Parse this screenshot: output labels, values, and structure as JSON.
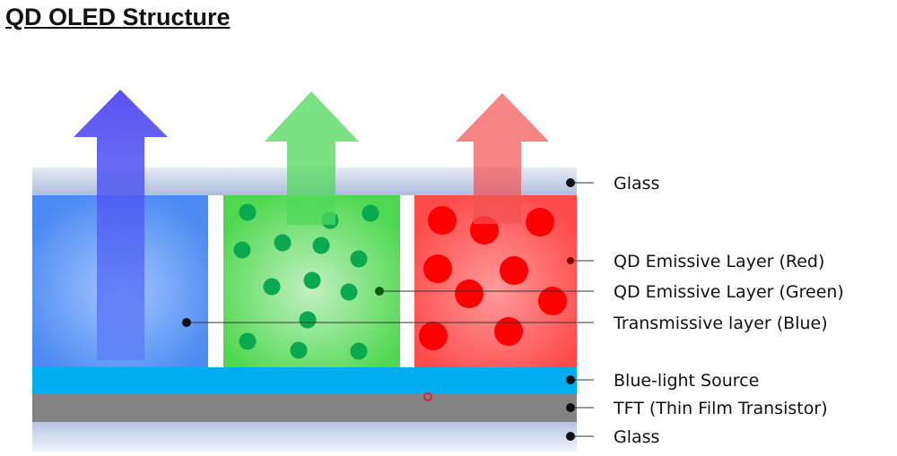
{
  "title": "QD OLED Structure",
  "labels": {
    "glass_top": "Glass",
    "qd_red": "QD Emissive Layer (Red)",
    "qd_green": "QD Emissive Layer (Green)",
    "transmissive_blue": "Transmissive layer (Blue)",
    "blue_light_source": "Blue-light Source",
    "tft": "TFT (Thin Film Transistor)",
    "glass_bottom": "Glass"
  },
  "colors": {
    "blue_arrow": "#4a55f0",
    "green_arrow": "#4fd85a",
    "red_arrow": "#f25050",
    "blue_source": "#00aeef",
    "tft": "#808080",
    "green_dot": "#0aa84f",
    "red_dot": "#ff0000"
  }
}
